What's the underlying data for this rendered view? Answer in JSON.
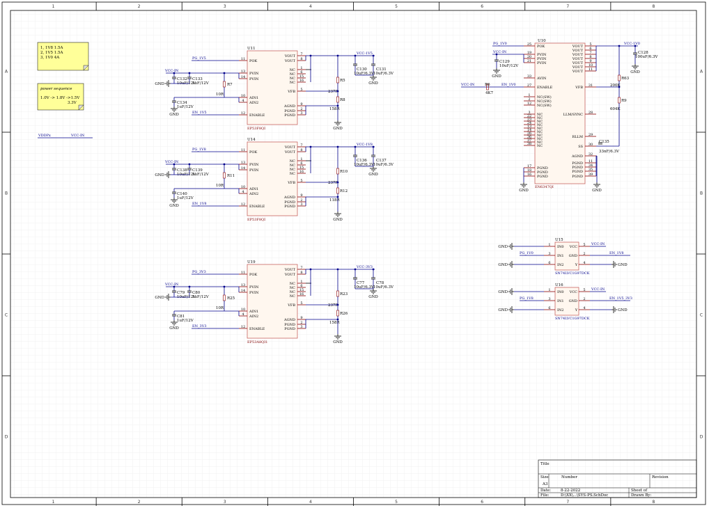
{
  "border": {
    "columns": [
      "1",
      "2",
      "3",
      "4",
      "5",
      "6",
      "7",
      "8"
    ],
    "rows": [
      "A",
      "B",
      "C",
      "D"
    ]
  },
  "notes": {
    "current_table": [
      "1,   1V8          1.5A",
      "2,   1V5          1.5A",
      "3,   1V0          4A"
    ],
    "sequence_title": "power sequence",
    "sequence_line1": "1.0V  -> 1.8V  ->1.5V",
    "sequence_line2": "3.3V"
  },
  "net_labels": {
    "vddp": "VDDPx",
    "vccin": "VCC-IN"
  },
  "regulators": [
    {
      "ref": "U11",
      "part": "EP53F8QI",
      "pok_net": "PG_1V5",
      "enable_net": "EN_1V5",
      "out_net": "VCC-1V5",
      "pins_left": [
        "POK",
        "PVIN",
        "PVIN",
        "AIN1",
        "AIN2",
        "ENABLE"
      ],
      "pins_right": [
        "VOUT",
        "VOUT",
        "NC",
        "NC",
        "NC",
        "NC",
        "VFB",
        "AGND",
        "PGND",
        "PGND"
      ],
      "cin1": "C132",
      "cin1_val": "10uF/12V",
      "cin2": "C133",
      "cin2_val": "1uF/12V",
      "cbot": "C134",
      "cbot_val": "1uF/12V",
      "rin": "R7",
      "rin_val": "10R",
      "rtop": "R5",
      "rtop_val": "237R",
      "rbot": "R8",
      "rbot_val": "158R",
      "cout1": "C130",
      "cout1_val": "10uF/6.3V",
      "cout2": "C131",
      "cout2_val": "10uF/6.3V"
    },
    {
      "ref": "U14",
      "part": "EP53F8QI",
      "pok_net": "PG_1V8",
      "enable_net": "EN_1V8",
      "out_net": "VCC-1V8",
      "pins_left": [
        "POK",
        "PVIN",
        "PVIN",
        "AIN1",
        "AIN2",
        "ENABLE"
      ],
      "pins_right": [
        "VOUT",
        "VOUT",
        "NC",
        "NC",
        "NC",
        "NC",
        "VFB",
        "AGND",
        "PGND",
        "PGND"
      ],
      "cin1": "C138",
      "cin1_val": "10uF/12V",
      "cin2": "C139",
      "cin2_val": "1uF/12V",
      "cbot": "C140",
      "cbot_val": "1uF/12V",
      "rin": "R11",
      "rin_val": "10R",
      "rtop": "R10",
      "rtop_val": "237R",
      "rbot": "R12",
      "rbot_val": "118R",
      "cout1": "C136",
      "cout1_val": "10uF/6.3V",
      "cout2": "C137",
      "cout2_val": "10uF/6.3V"
    },
    {
      "ref": "U19",
      "part": "EP53A8QI1",
      "pok_net": "PG_3V3",
      "enable_net": "EN_3V3",
      "out_net": "VCC-3V3",
      "pins_left": [
        "POK",
        "PVIN",
        "PVIN",
        "AIN1",
        "AIN2",
        "ENABLE"
      ],
      "pins_right": [
        "VOUT",
        "VOUT",
        "NC",
        "NC",
        "NC",
        "NC",
        "VFB",
        "AGND",
        "PGND",
        "PGND"
      ],
      "cin1": "C79",
      "cin1_val": "10uF/12V",
      "cin2": "C80",
      "cin2_val": "1uF/12V",
      "cbot": "C81",
      "cbot_val": "1uF/12V",
      "rin": "R25",
      "rin_val": "10R",
      "rtop": "R23",
      "rtop_val": "237R",
      "rbot": "R26",
      "rbot_val": "158R",
      "cout1": "C77",
      "cout1_val": "10uF/6.3V",
      "cout2": "C78",
      "cout2_val": "10uF/6.3V"
    }
  ],
  "u10": {
    "ref": "U10",
    "part": "EN6347QI",
    "pok_net": "PG_1V0",
    "out_net": "VCC-1V0",
    "vin_net": "VCC-IN",
    "enable_net": "EN_1V0",
    "pins_left": [
      "POK",
      "PVIN",
      "PVIN",
      "PVIN",
      "AVIN",
      "ENABLE",
      "NC(SW)",
      "NC(SW)",
      "NC(SW)",
      "NC",
      "NC",
      "NC",
      "NC",
      "NC",
      "NC",
      "NC",
      "NC",
      "NC",
      "NC",
      "PGND",
      "PGND",
      "PGND"
    ],
    "pins_right": [
      "VOUT",
      "VOUT",
      "VOUT",
      "VOUT",
      "VOUT",
      "VOUT",
      "VOUT",
      "VFB",
      "LLM/SYNC",
      "RLLM",
      "SS",
      "AGND",
      "PGND",
      "PGND",
      "PGND",
      "PGND"
    ],
    "r6": "R6",
    "r6_val": "4K7",
    "r63": "R63",
    "r63_val": "200K",
    "r9": "R9",
    "r9_val": "604K",
    "c129": "C129",
    "c129_val": "10uF/12V",
    "c128": "C128",
    "c128_val": "100uF/6.3V",
    "c135": "C135",
    "c135_val": "33nF/6.3V"
  },
  "gates": [
    {
      "ref": "U15",
      "part": "SN74LVC1G97DCK",
      "in_net": "PG_1V0",
      "out_net": "EN_1V8",
      "vcc_net": "VCC-IN",
      "pins": [
        "IN0",
        "VCC",
        "IN1",
        "GND",
        "IN2",
        "Y"
      ]
    },
    {
      "ref": "U16",
      "part": "SN74LVC1G97DCK",
      "in_net": "PG_1V8",
      "out_net": "EN_1V5_3V3",
      "vcc_net": "VCC-IN",
      "pins": [
        "IN0",
        "VCC",
        "IN1",
        "GND",
        "IN2",
        "Y"
      ]
    }
  ],
  "gnd": "GND",
  "title_block": {
    "title_label": "Title",
    "size_label": "Size",
    "size": "A3",
    "number_label": "Number",
    "revision_label": "Revision",
    "date_label": "Date:",
    "date": "8-22-2022",
    "file_label": "File:",
    "file": "D:\\XX\\...\\SYS-PS.SchDoc",
    "sheet_label": "Sheet    of",
    "drawn_label": "Drawn By:"
  },
  "colors": {
    "wire": "#00008b",
    "body_border": "#c0504d",
    "body_fill": "#fff7ef",
    "pin": "#8b0000",
    "note_fill": "#ffff99"
  }
}
